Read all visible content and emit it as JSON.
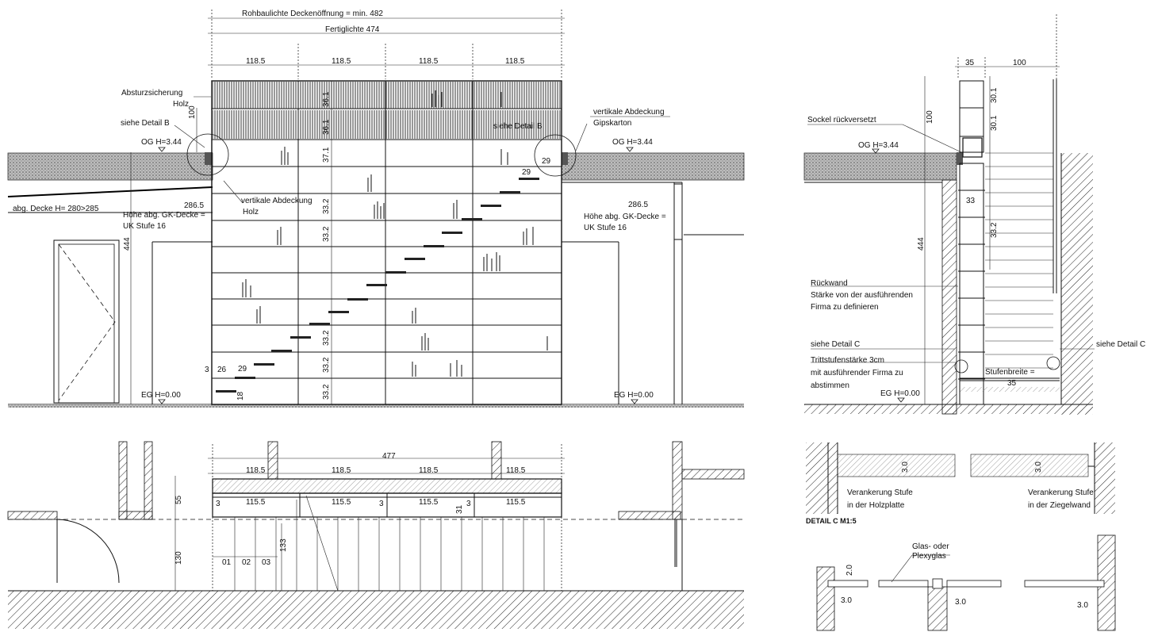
{
  "labels": {
    "rohbau_opening": "Rohbaulichte Deckenöffnung = min. 482",
    "fertiglichte": "Fertiglichte 474",
    "dim_118_5": "118.5",
    "dim_118_5_b": "118.5",
    "dim_118_5_c": "118.5",
    "dim_118_5_d": "118.5",
    "dim_3": "3",
    "absturz": "Absturzsicherung",
    "holz": "Holz",
    "siehe_detail_b_left": "siehe Detail B",
    "siehe_detail_b_right": "siehe Detail B",
    "og_left": "OG H=3.44",
    "og_right": "OG H=3.44",
    "og_section": "OG H=3.44",
    "vert_abdeckung_gips": "vertikale Abdeckung",
    "gipskarton": "Gipskarton",
    "vert_abdeckung_holz": "vertikale Abdeckung",
    "holz2": "Holz",
    "dim_29a": "29",
    "dim_29b": "29",
    "dim_2865_l": "286.5",
    "dim_2865_r": "286.5",
    "abg_decke": "abg. Decke H= 280>285",
    "hoehe_gk_l": "Höhe abg. GK-Decke =",
    "uk_stufe_l": "UK Stufe 16",
    "hoehe_gk_r": "Höhe abg. GK-Decke =",
    "uk_stufe_r": "UK Stufe 16",
    "dim_444": "444",
    "dim_37_1": "37.1",
    "dim_33_2": "33.2",
    "dim_36_1": "36.1",
    "dim_3_b": "3",
    "dim_26": "26",
    "dim_29c": "29",
    "dim_18": "18",
    "eg_left": "EG H=0.00",
    "eg_right": "EG H=0.00",
    "eg_section": "EG H=0.00",
    "plan_477": "477",
    "plan_118_5": "118.5",
    "plan_115_5": "115.5",
    "plan_3": "3",
    "plan_31": "31",
    "plan_55": "55",
    "plan_130": "130",
    "plan_133": "133",
    "plan_01": "01",
    "plan_02": "02",
    "plan_03": "03",
    "sec_35": "35",
    "sec_100_top": "100",
    "sec_100": "100",
    "sec_444": "444",
    "sec_33": "33",
    "sec_30_1": "30.1",
    "sec_33_2": "33.2",
    "sockel": "Sockel rückversetzt",
    "rueckwand": "Rückwand",
    "rueckwand_2": "Stärke von der ausführenden",
    "rueckwand_3": "Firma zu definieren",
    "siehe_c_left": "siehe Detail C",
    "siehe_c_right": "siehe Detail C",
    "tritt_1": "Trittstufenstärke 3cm",
    "tritt_2": "mit ausführender Firma zu",
    "tritt_3": "abstimmen",
    "stufenbreite": "Stufenbreite =",
    "stufenbreite_val": "35",
    "det_3_0": "3.0",
    "det_3_0_b": "3.0",
    "veranker_holz_1": "Verankerung Stufe",
    "veranker_holz_2": "in der Holzplatte",
    "veranker_ziegel_1": "Verankerung Stufe",
    "veranker_ziegel_2": "in der Ziegelwand",
    "detail_c_title": "DETAIL C  M1:5",
    "glas_1": "Glas- oder",
    "glas_2": "Plexyglas",
    "det_2_0": "2.0",
    "det_3_0_c": "3.0",
    "det_3_0_d": "3.0",
    "det_3_0_e": "3.0"
  }
}
